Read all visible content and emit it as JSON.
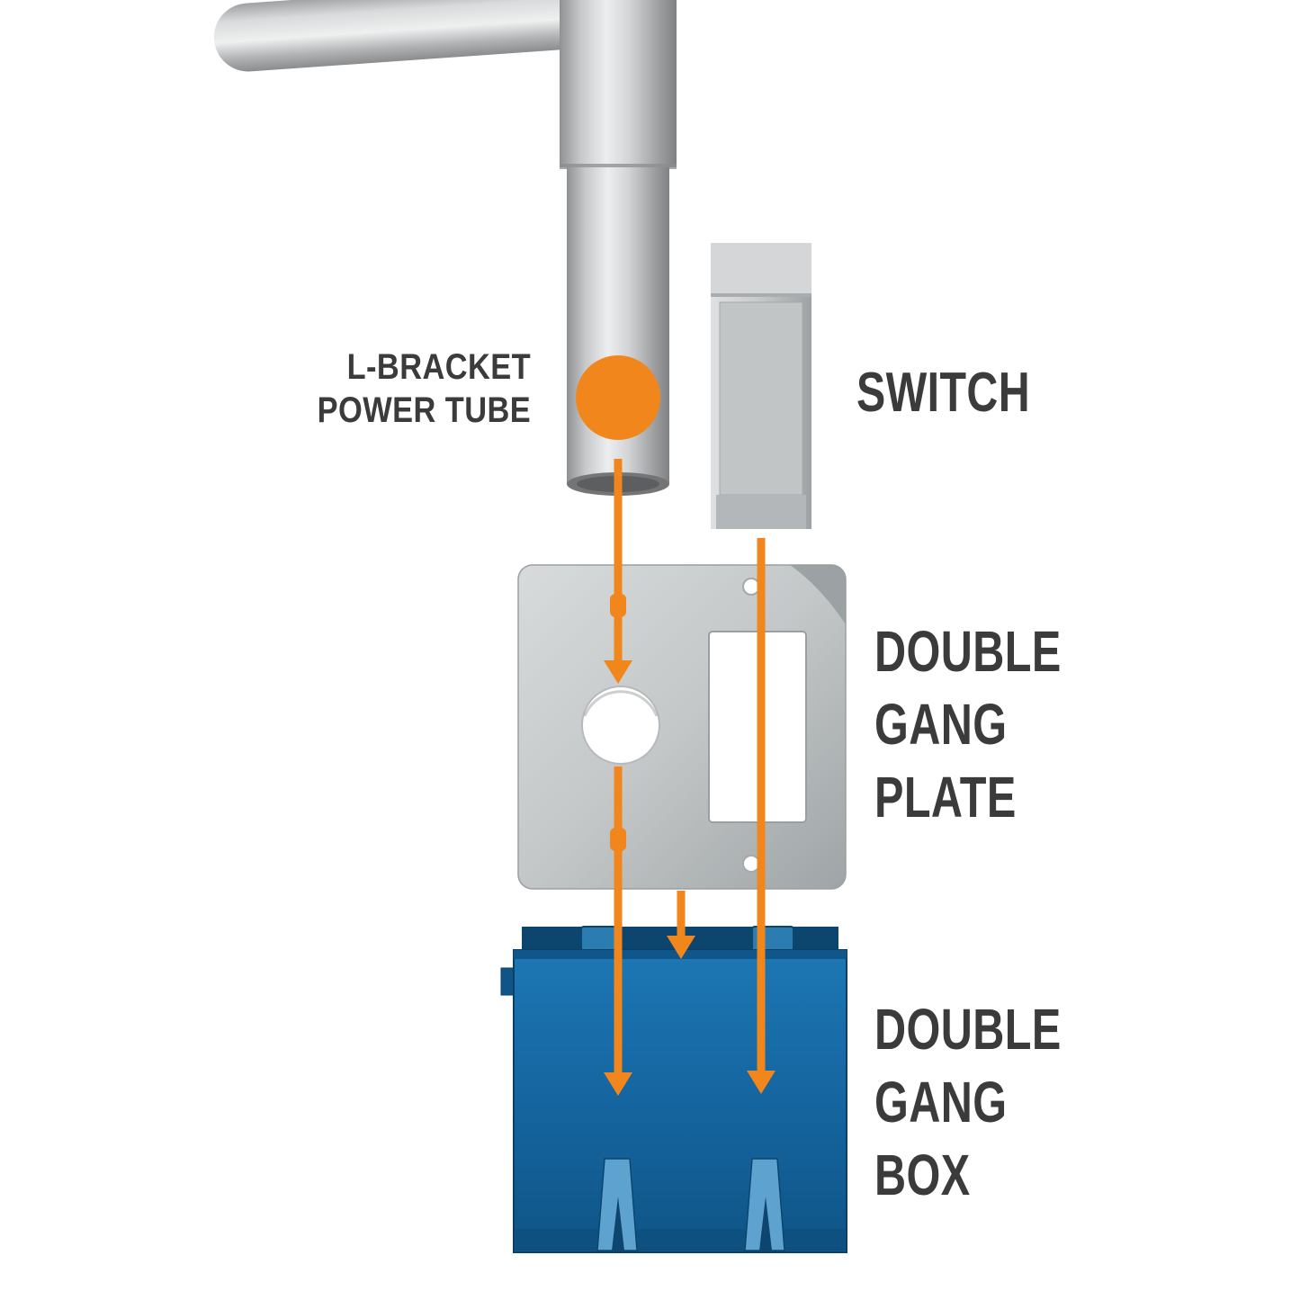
{
  "labels": {
    "power_tube_line1": "L-BRACKET",
    "power_tube_line2": "POWER TUBE",
    "switch": "SWITCH",
    "plate_line1": "DOUBLE",
    "plate_line2": "GANG",
    "plate_line3": "PLATE",
    "box_line1": "DOUBLE",
    "box_line2": "GANG",
    "box_line3": "BOX"
  },
  "colors": {
    "accent_orange": "#F1861D",
    "box_blue": "#1565A0",
    "plate_gray": "#C3C7C8",
    "tube_gray": "#C9CBCD",
    "label_text": "#3B3B3B",
    "background": "#FFFFFF"
  }
}
